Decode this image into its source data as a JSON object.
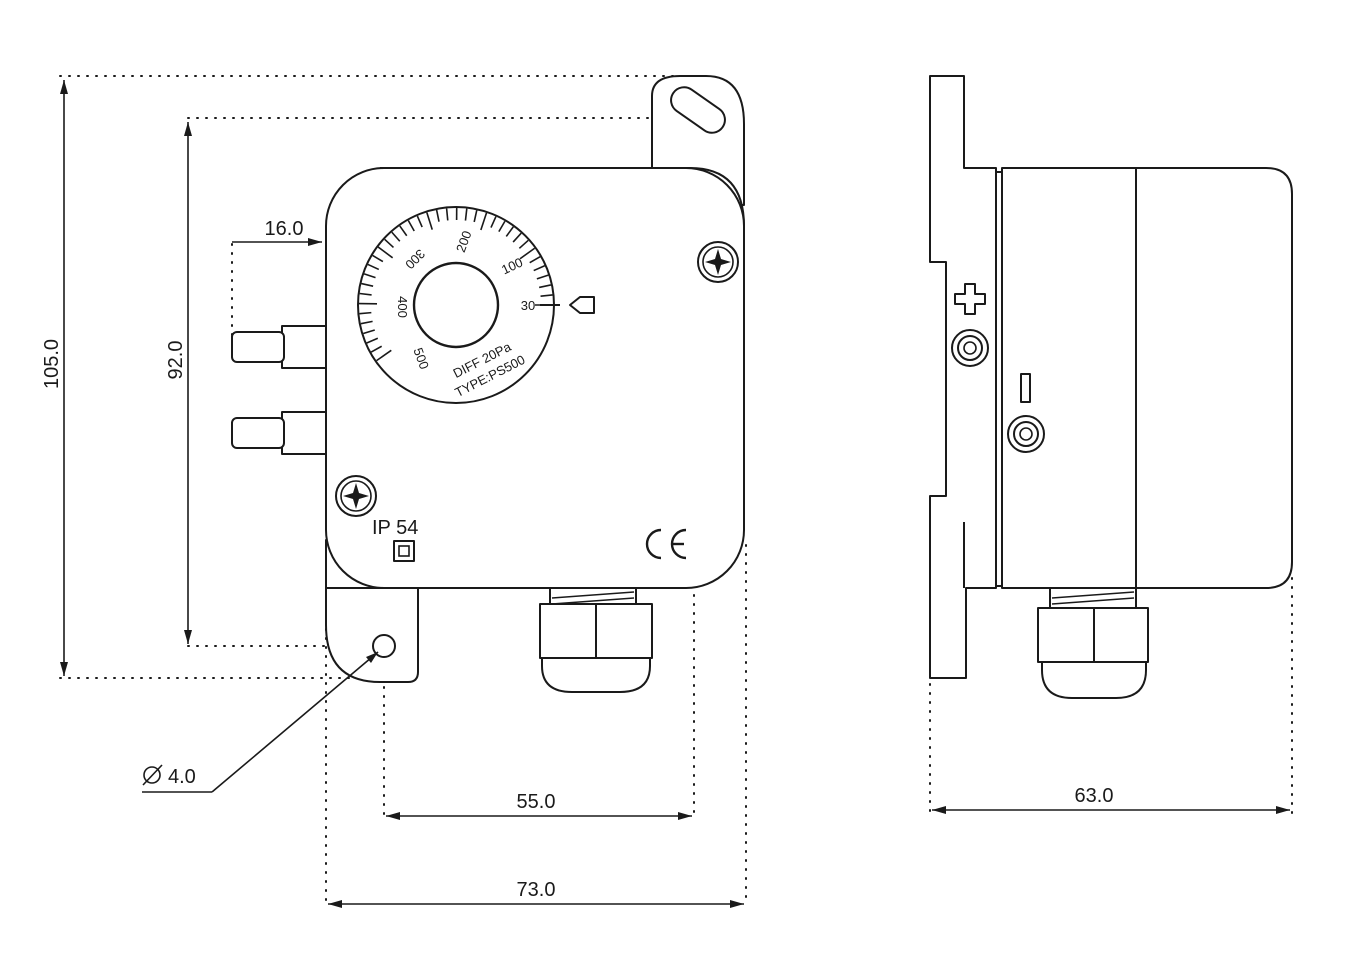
{
  "dimensions": {
    "height_total": "105.0",
    "height_mount": "92.0",
    "port_offset": "16.0",
    "hole_diameter": "4.0",
    "hole_spacing": "55.0",
    "width_total": "73.0",
    "depth_total": "63.0"
  },
  "dial": {
    "scale_labels": [
      "500",
      "400",
      "300",
      "200",
      "100",
      "30"
    ],
    "line1": "DIFF 20Pa",
    "line2": "TYPE:PS500"
  },
  "markings": {
    "ip_rating": "IP 54",
    "plus_sign": "+",
    "minus_sign": "−"
  },
  "icons": [
    "diameter-icon",
    "screw-icon",
    "ce-mark-icon",
    "double-insulation-icon",
    "pressure-port-icon",
    "cable-gland-icon"
  ]
}
